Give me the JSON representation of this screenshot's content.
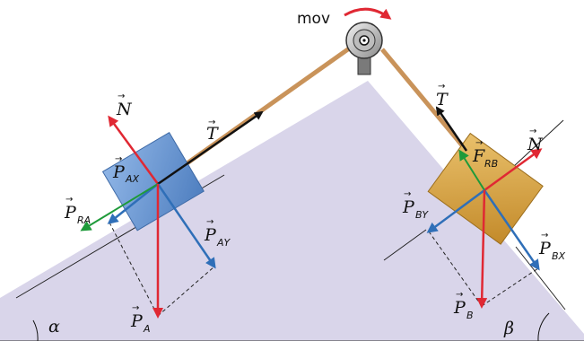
{
  "labels": {
    "mov": "mov",
    "alpha": "α",
    "beta": "β",
    "N_left": "N",
    "T_left": "T",
    "P_AX": "P",
    "P_AX_sub": "AX",
    "P_RA": "P",
    "P_RA_sub": "RA",
    "P_AY": "P",
    "P_AY_sub": "AY",
    "P_A": "P",
    "P_A_sub": "A",
    "T_right": "T",
    "N_right": "N",
    "F_RB": "F",
    "F_RB_sub": "RB",
    "P_BY": "P",
    "P_BY_sub": "BY",
    "P_BX": "P",
    "P_BX_sub": "BX",
    "P_B": "P",
    "P_B_sub": "B"
  },
  "colors": {
    "incline_fill": "#d9d5ea",
    "block_a": "#6d98d2",
    "block_b": "#d9a94b",
    "normal": "#e02833",
    "weight": "#e02833",
    "component": "#2f6fb8",
    "friction": "#1e9a3a",
    "tension": "#111111",
    "rope": "#c9935a",
    "motion_arrow": "#e02833"
  }
}
